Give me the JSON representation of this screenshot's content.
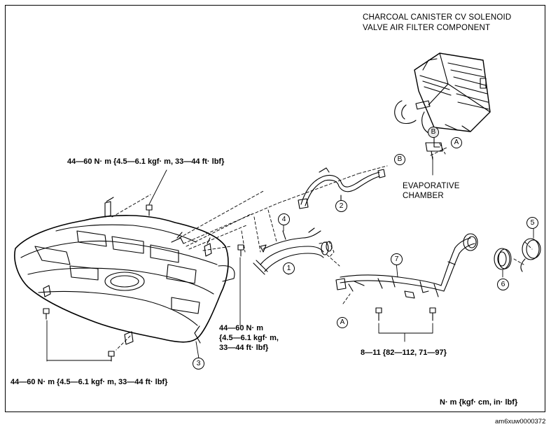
{
  "header": {
    "canister_line1": "CHARCOAL CANISTER CV SOLENOID",
    "canister_line2": "VALVE AIR FILTER COMPONENT"
  },
  "labels": {
    "evap_line1": "EVAPORATIVE",
    "evap_line2": "CHAMBER"
  },
  "torques": {
    "top_left": "44—60 N· m {4.5—6.1 kgf· m, 33—44 ft· lbf}",
    "middle_line1": "44—60 N· m",
    "middle_line2": "{4.5—6.1 kgf· m,",
    "middle_line3": "33—44 ft· lbf}",
    "bottom_left": "44—60 N· m {4.5—6.1 kgf· m, 33—44 ft· lbf}",
    "bottom_right": "8—11 {82—112, 71—97}"
  },
  "callouts": [
    "1",
    "2",
    "3",
    "4",
    "5",
    "6",
    "7"
  ],
  "refs": {
    "a": "A",
    "b": "B"
  },
  "units_legend": "N· m {kgf· cm, in· lbf}",
  "footer_code": "am6xuw0000372"
}
